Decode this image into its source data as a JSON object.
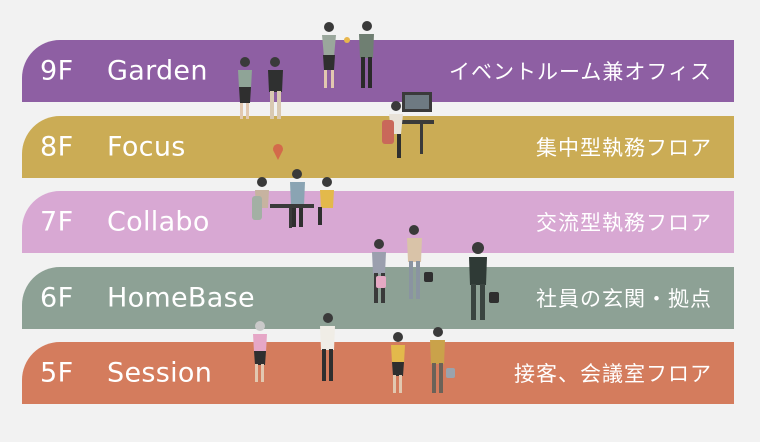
{
  "floors": [
    {
      "number": "9F",
      "name": "Garden",
      "description": "イベントルーム兼オフィス",
      "color": "#8e5fa3"
    },
    {
      "number": "8F",
      "name": "Focus",
      "description": "集中型執務フロア",
      "color": "#cbac55"
    },
    {
      "number": "7F",
      "name": "Collabo",
      "description": "交流型執務フロア",
      "color": "#d8a8d3"
    },
    {
      "number": "6F",
      "name": "HomeBase",
      "description": "社員の玄関・拠点",
      "color": "#8da195"
    },
    {
      "number": "5F",
      "name": "Session",
      "description": "接客、会議室フロア",
      "color": "#d47c5d"
    }
  ]
}
